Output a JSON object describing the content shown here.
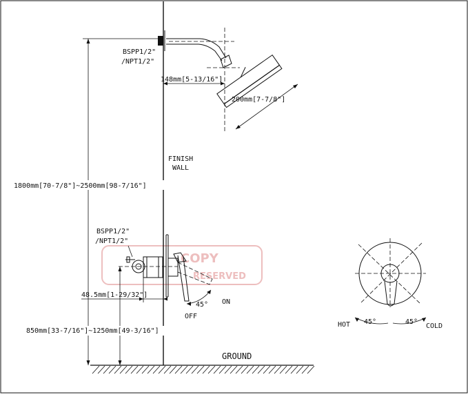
{
  "labels": {
    "head_thread_1": "BSPP1/2\"",
    "head_thread_2": "/NPT1/2\"",
    "arm_length": "148mm[5-13/16\"]",
    "head_diameter": "200mm[7-7/8\"]",
    "finish_wall_1": "FINISH",
    "finish_wall_2": "WALL",
    "head_height": "1800mm[70-7/8\"]~2500mm[98-7/16\"]",
    "valve_thread_1": "BSPP1/2\"",
    "valve_thread_2": "/NPT1/2\"",
    "valve_depth": "48.5mm[1-29/32\"]",
    "valve_height": "850mm[33-7/16\"]~1250mm[49-3/16\"]",
    "angle_valve": "45°",
    "on": "ON",
    "off": "OFF",
    "ground": "GROUND",
    "hot": "HOT",
    "cold": "COLD",
    "angle_hot": "45°",
    "angle_cold": "45°"
  },
  "watermark": {
    "line1": "COPY",
    "line2": "RESERVED",
    "color": "#e7a9a9"
  },
  "colors": {
    "ink": "#111111",
    "paper": "#ffffff"
  }
}
